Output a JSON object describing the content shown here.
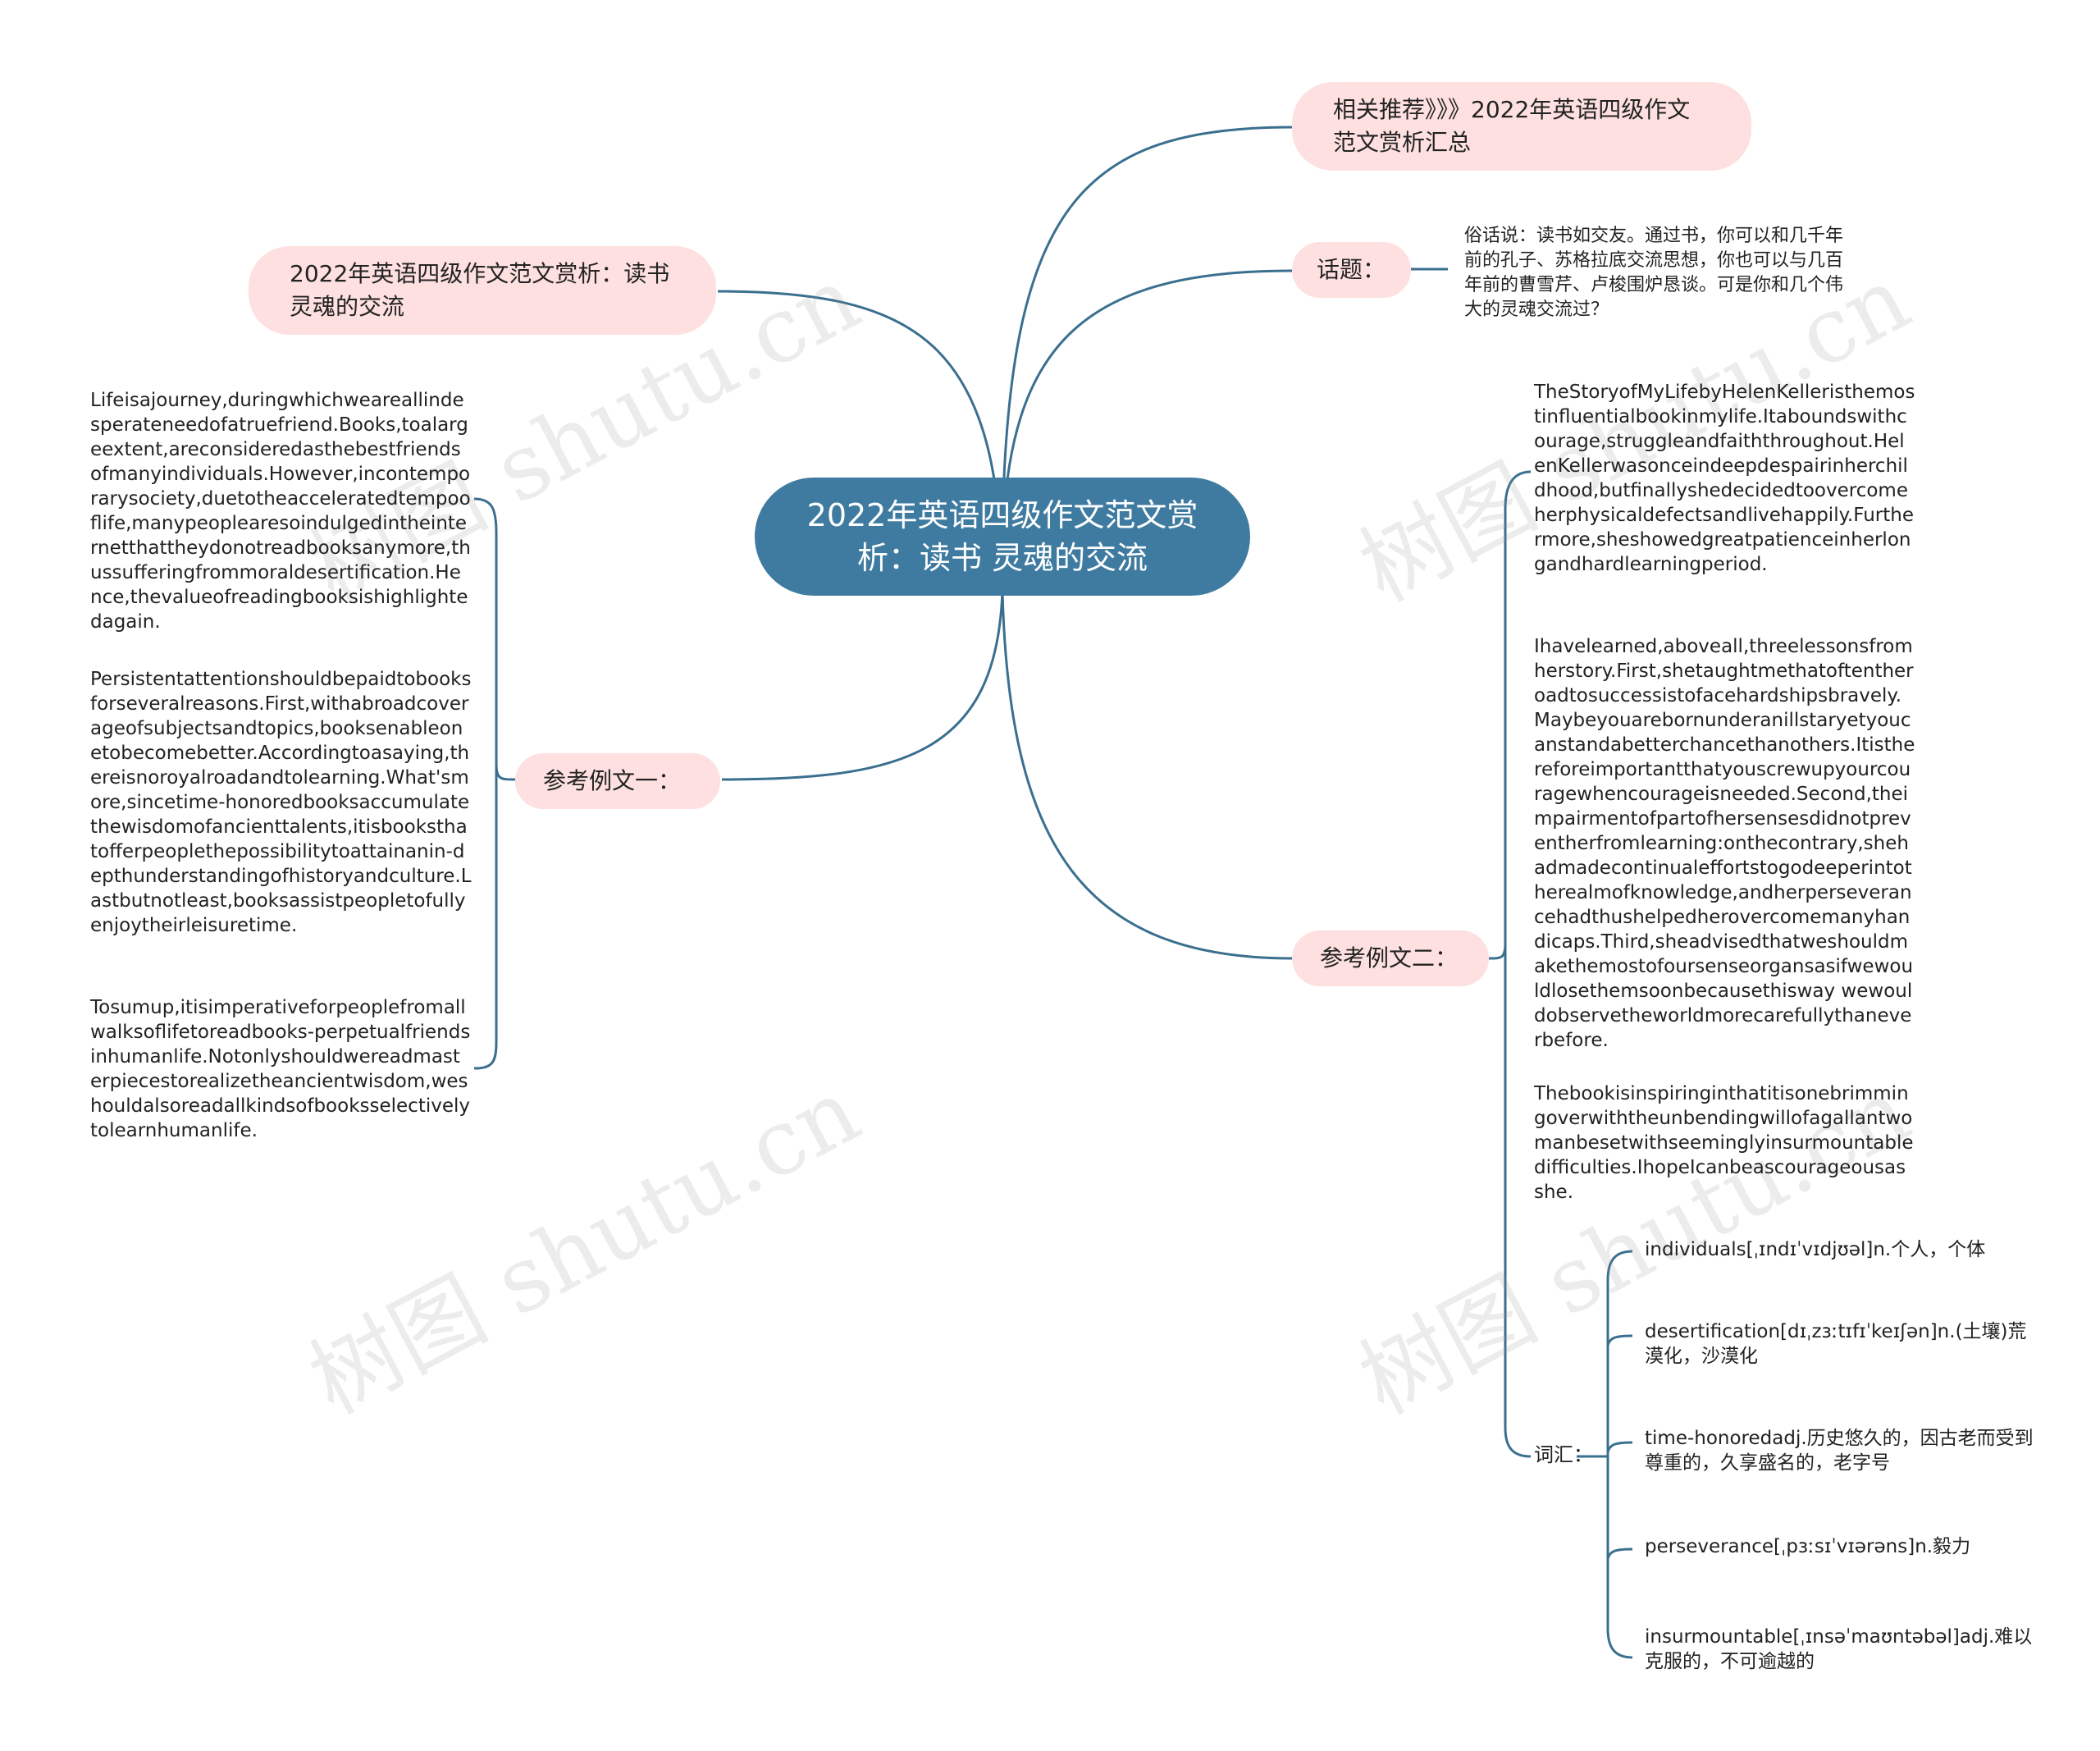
{
  "center": {
    "title": "2022年英语四级作文范文赏析：读书 灵魂的交流"
  },
  "left_top": {
    "label": "2022年英语四级作文范文赏析：读书灵魂的交流"
  },
  "related": {
    "label": "相关推荐》》》2022年英语四级作文范文赏析汇总"
  },
  "topic": {
    "label": "话题：",
    "text": "俗话说：读书如交友。通过书，你可以和几千年前的孔子、苏格拉底交流思想，你也可以与几百年前的曹雪芹、卢梭围炉恳谈。可是你和几个伟大的灵魂交流过？"
  },
  "example1": {
    "label": "参考例文一：",
    "paragraphs": [
      "Lifeisajourney,duringwhichweareallindesperateneedofatruefriend.Books,toalargeextent,areconsideredasthebestfriendsofmanyindividuals.However,incontemporarysociety,duetotheacceleratedtempooflife,manypeoplearesoindulgedintheinternetthattheydonotreadbooksanymore,thussufferingfrommoraldesertification.Hence,thevalueofreadingbooksishighlightedagain.",
      "Persistentattentionshouldbepaidtobooksforseveralreasons.First,withabroadcoverageofsubjectsandtopics,booksenableonetobecomebetter.Accordingtoasaying,thereisnoroyalroadandtolearning.What'smore,sincetime-honoredbooksaccumulatethewisdomofancienttalents,itisbooksthatofferpeoplethepossibilitytoattainanin-depthunderstandingofhistoryandculture.Lastbutnotleast,booksassistpeopletofullyenjoytheirleisuretime.",
      "Tosumup,itisimperativeforpeoplefromallwalksoflifetoreadbooks-perpetualfriendsinhumanlife.Notonlyshouldwereadmasterpiecestorealizetheancientwisdom,weshouldalsoreadallkindsofbooksselectivelytolearnhumanlife."
    ]
  },
  "example2": {
    "label": "参考例文二：",
    "paragraphs": [
      "TheStoryofMyLifebyHelenKelleristhemostinfluentialbookinmylife.Itaboundswithcourage,struggleandfaiththroughout.HelenKellerwasonceindeepdespairinherchildhood,butfinallyshedecidedtoovercomeherphysicaldefectsandlivehappily.Furthermore,sheshowedgreatpatienceinherlongandhardlearningperiod.",
      "Ihavelearned,aboveall,threelessonsfromherstory.First,shetaughtmethatoftentheroadtosuccessistofacehardshipsbravely.Maybeyouarebornunderanillstaryetyoucanstandabetterchancethanothers.Itisthereforeimportantthatyouscrewupyourcouragewhencourageisneeded.Second,theimpairmentofpartofhersensesdidnotpreventherfromlearning:onthecontrary,shehadmadecontinualeffortstogodeeperintotherealmofknowledge,andherperseverancehadthushelpedherovercomemanyhandicaps.Third,sheadvisedthatweshouldmakethemostofoursenseorgansasifwewouldlosethemsoonbecausethisway wewouldobservetheworldmorecarefullythaneverbefore.",
      "Thebookisinspiringinthatitisonebrimmingoverwiththeunbendingwillofagallantwomanbesetwithseeminglyinsurmountabledifficulties.IhopeIcanbeascourageousasshe."
    ],
    "vocab_label": "词汇：",
    "vocab": [
      "individuals[ˌɪndɪˈvɪdjʊəl]n.个人，个体",
      "desertification[dɪˌzɜːtɪfɪˈkeɪʃən]n.(土壤)荒漠化，沙漠化",
      "time-honoredadj.历史悠久的，因古老而受到尊重的，久享盛名的，老字号",
      "perseverance[ˌpɜːsɪˈvɪərəns]n.毅力",
      "insurmountable[ˌɪnsəˈmaʊntəbəl]adj.难以克服的，不可逾越的"
    ]
  },
  "watermark": "树图 shutu.cn",
  "colors": {
    "center_fill": "#3f7ba0",
    "pill_fill": "#fde0df",
    "line": "#3a6f8f"
  }
}
